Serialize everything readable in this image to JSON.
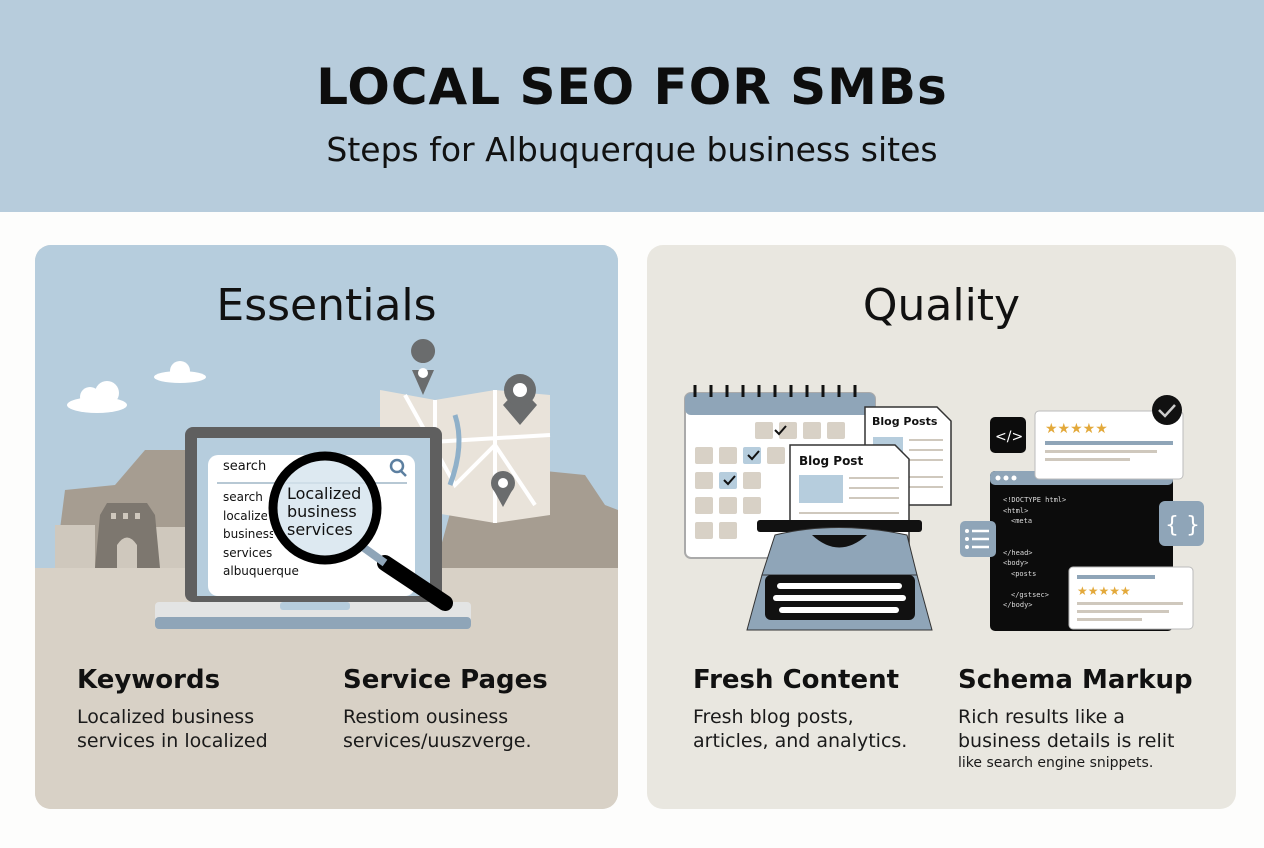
{
  "header": {
    "title": "LOCAL SEO FOR SMBs",
    "subtitle": "Steps for Albuquerque business sites",
    "bg_color": "#b7ccdc"
  },
  "panels": [
    {
      "title": "Essentials",
      "illustration": {
        "search_box": {
          "query": "search",
          "suggestions": [
            "search",
            "localize",
            "business",
            "services",
            "albuquerque"
          ],
          "magnified_text": [
            "Localized",
            "business",
            "services"
          ]
        },
        "icons": [
          "laptop-icon",
          "magnifying-glass-icon",
          "map-icon",
          "map-pin-icon",
          "cloud-icon",
          "adobe-building-icon"
        ]
      },
      "columns": [
        {
          "heading": "Keywords",
          "lines": [
            "Localized business",
            "services in localized"
          ]
        },
        {
          "heading": "Service Pages",
          "lines": [
            "Restiom ousiness",
            "services/uuszverge."
          ]
        }
      ]
    },
    {
      "title": "Quality",
      "illustration": {
        "blog_doc_back": "Blog Posts",
        "blog_doc_front": "Blog Post",
        "code_lines": [
          "<!DOCTYPE html>",
          "<html>",
          "<meta",
          "</head>",
          "<body>",
          "<posts",
          "</gstsec>",
          "</body>"
        ],
        "icons": [
          "calendar-icon",
          "typewriter-icon",
          "code-icon",
          "checkmark-icon",
          "braces-icon",
          "list-icon",
          "star-rating-icon"
        ]
      },
      "columns": [
        {
          "heading": "Fresh Content",
          "lines": [
            "Fresh blog posts,",
            "articles, and analytics."
          ]
        },
        {
          "heading": "Schema Markup",
          "lines": [
            "Rich results like a",
            "business details is relit"
          ],
          "small": "like search engine snippets."
        }
      ]
    }
  ]
}
